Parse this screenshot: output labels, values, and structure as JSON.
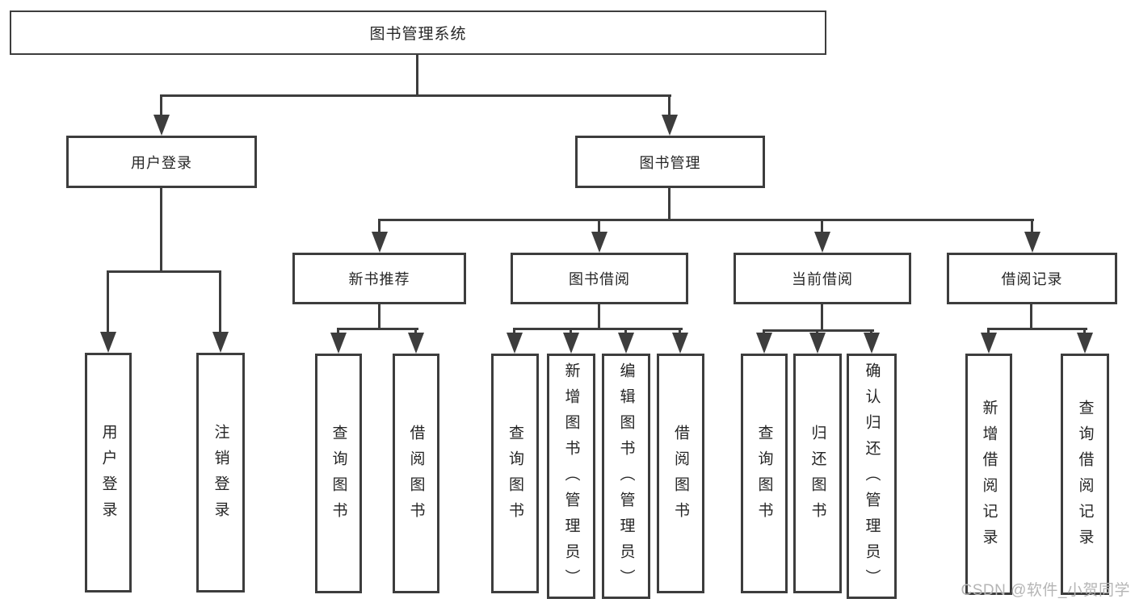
{
  "title": "图书管理系统",
  "level2": {
    "user_login": "用户登录",
    "book_management": "图书管理"
  },
  "level3": {
    "new_book_recommend": "新书推荐",
    "book_borrow": "图书借阅",
    "current_borrow": "当前借阅",
    "borrow_records": "借阅记录"
  },
  "leaves": {
    "user_login": [
      "用户登录",
      "注销登录"
    ],
    "new_book_recommend": [
      "查询图书",
      "借阅图书"
    ],
    "book_borrow": [
      "查询图书",
      "新增图书（管理员）",
      "编辑图书（管理员）",
      "借阅图书"
    ],
    "current_borrow": [
      "查询图书",
      "归还图书",
      "确认归还（管理员）"
    ],
    "borrow_records": [
      "新增借阅记录",
      "查询借阅记录"
    ]
  },
  "watermark": "CSDN @软件_小贺同学",
  "colors": {
    "line": "#3d3d3d",
    "text": "#262626",
    "watermark": "#b5b5b5",
    "background": "#ffffff"
  }
}
